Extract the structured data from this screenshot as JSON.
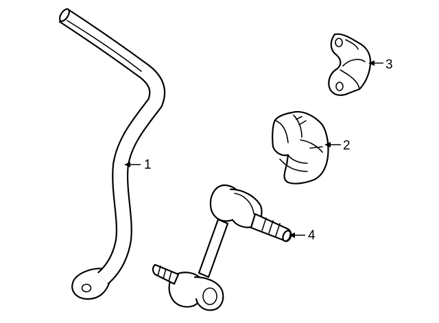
{
  "callouts": [
    {
      "id": "1",
      "label": "1",
      "part": "stabilizer-bar"
    },
    {
      "id": "2",
      "label": "2",
      "part": "bushing"
    },
    {
      "id": "3",
      "label": "3",
      "part": "bushing-bracket"
    },
    {
      "id": "4",
      "label": "4",
      "part": "stabilizer-link"
    }
  ],
  "colors": {
    "line": "#000000",
    "fill": "#ffffff",
    "background": "#ffffff"
  }
}
